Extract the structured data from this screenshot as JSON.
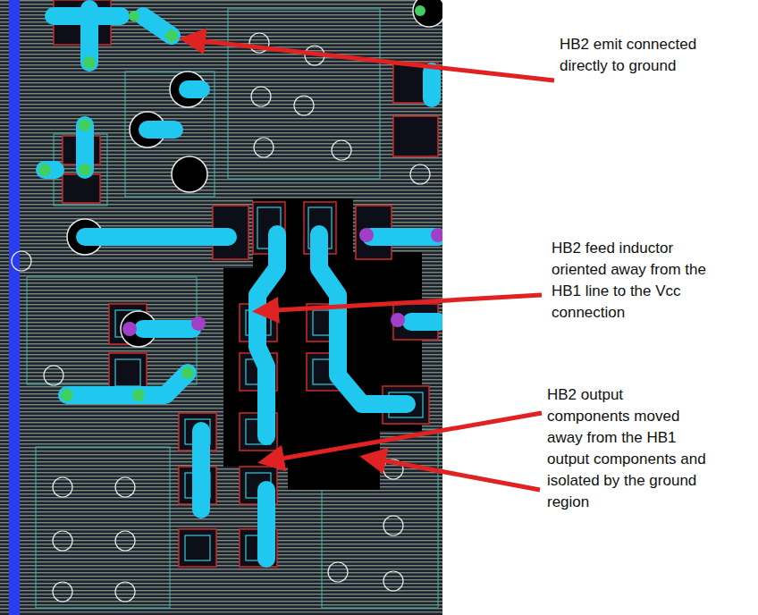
{
  "diagram": {
    "labels": [
      "HB2 emit connected directly to ground",
      "HB2 feed inductor oriented away from the HB1 line to the Vcc connection",
      "HB2 output components moved away from the HB1 output components and isolated by the ground region"
    ]
  }
}
